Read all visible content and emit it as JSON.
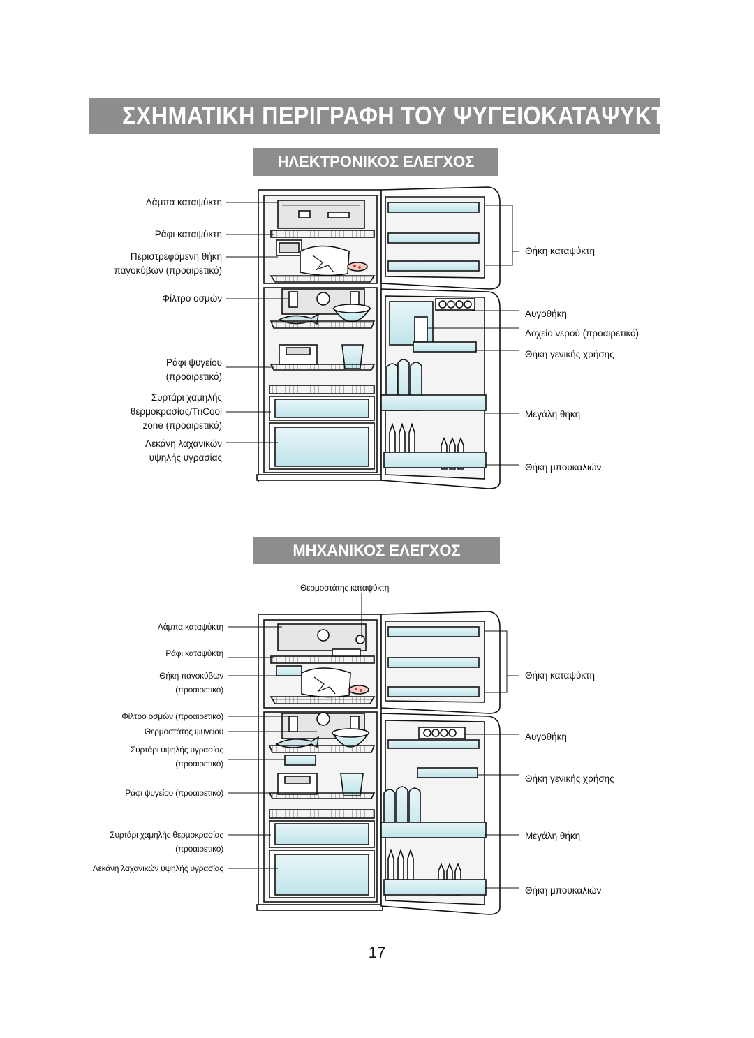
{
  "page": {
    "title": "ΣΧΗΜΑΤΙΚΗ ΠΕΡΙΓΡΑΦΗ ΤΟΥ ΨΥΓΕΙΟΚΑΤΑΨΥΚΤΗ",
    "page_number": "17"
  },
  "electronic": {
    "heading": "ΗΛΕΚΤΡΟΝΙΚΟΣ ΕΛΕΓΧΟΣ",
    "left_labels": [
      "Λάμπα καταψύκτη",
      "Ράφι καταψύκτη",
      "Περιστρεφόμενη θήκη",
      "παγοκύβων (προαιρετικό)",
      "Φίλτρο οσμών",
      "Ράφι ψυγείου",
      "(προαιρετικό)",
      "Συρτάρι χαμηλής",
      "θερμοκρασίας/TriCool",
      "zone (προαιρετικό)",
      "Λεκάνη λαχανικών",
      "υψηλής υγρασίας"
    ],
    "right_labels": [
      "Θήκη καταψύκτη",
      "Αυγοθήκη",
      "Δοχείο νερού (προαιρετικό)",
      "Θήκη γενικής χρήσης",
      "Μεγάλη θήκη",
      "Θήκη μπουκαλιών"
    ]
  },
  "mechanical": {
    "heading": "ΜΗΧΑΝΙΚΟΣ ΕΛΕΓΧΟΣ",
    "top_label": "Θερμοστάτης καταψύκτη",
    "left_labels": [
      "Λάμπα καταψύκτη",
      "Ράφι καταψύκτη",
      "Θήκη παγοκύβων",
      "(προαιρετικό)",
      "Φίλτρο οσμών (προαιρετικό)",
      "Θερμοστάτης ψυγείου",
      "Συρτάρι υψηλής υγρασίας",
      "(προαιρετικό)",
      "Ράφι ψυγείου (προαιρετικό)",
      "Συρτάρι χαμηλής θερμοκρασίας",
      "(προαιρετικό)",
      "Λεκάνη λαχανικών υψηλής υγρασίας"
    ],
    "right_labels": [
      "Θήκη καταψύκτη",
      "Αυγοθήκη",
      "Θήκη γενικής χρήσης",
      "Μεγάλη θήκη",
      "Θήκη μπουκαλιών"
    ]
  }
}
